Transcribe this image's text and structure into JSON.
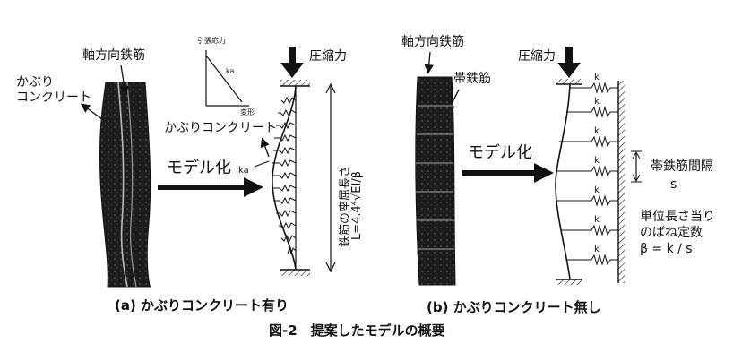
{
  "panel_a": {
    "label_cover_concrete_1": "かぶり",
    "label_cover_concrete_2": "コンクリート",
    "label_axial_rebar": "軸方向鉄筋",
    "inset_stress_label": "引張応力",
    "inset_ka_label": "ka",
    "inset_strain_label": "変形",
    "label_compression": "圧縮力",
    "label_cover_concrete_model": "かぶりコンクリート",
    "label_modeling": "モデル化",
    "spring_label_ka": "ka",
    "label_buckling_length": "鉄筋の座屈長さ",
    "label_formula": "L=4.4⁴√EI/β",
    "caption": "(a) かぶりコンクリート有り"
  },
  "panel_b": {
    "label_axial_rebar": "軸方向鉄筋",
    "label_tie_rebar": "帯鉄筋",
    "label_compression": "圧縮力",
    "label_modeling": "モデル化",
    "spring_label_k": "k",
    "label_tie_spacing": "帯鉄筋間隔",
    "label_s": "s",
    "label_unit_spring_1": "単位長さ当り",
    "label_unit_spring_2": "のばね定数",
    "label_beta": "β = k / s",
    "caption": "(b) かぶりコンクリート無し"
  },
  "figure_title": "図-2　提案したモデルの概要",
  "colors": {
    "ink": "#111111",
    "photo_dark": "#1c1c1c",
    "photo_mid": "#3a3a3a"
  }
}
